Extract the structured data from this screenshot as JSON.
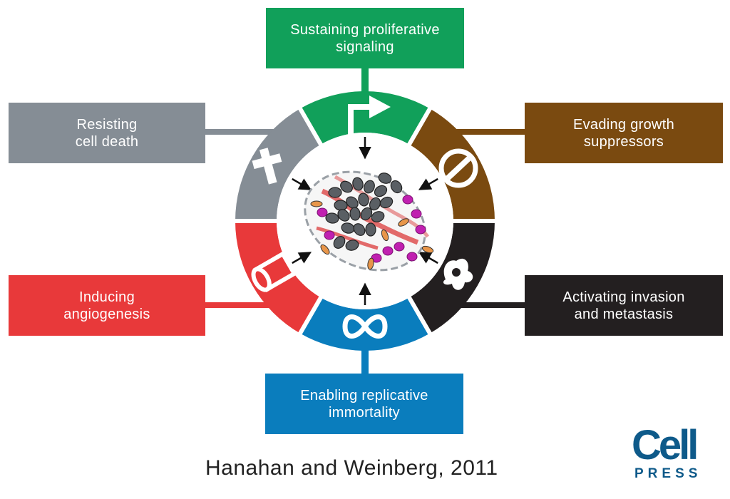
{
  "hallmarks": {
    "top": {
      "lines": [
        "Sustaining proliferative",
        "signaling"
      ],
      "color": "#11a05a"
    },
    "top_right": {
      "lines": [
        "Evading growth",
        "suppressors"
      ],
      "color": "#7a4a10"
    },
    "bottom_right": {
      "lines": [
        "Activating invasion",
        "and metastasis"
      ],
      "color": "#231f20"
    },
    "bottom": {
      "lines": [
        "Enabling replicative",
        "immortality"
      ],
      "color": "#0a7dbd"
    },
    "bottom_left": {
      "lines": [
        "Inducing",
        "angiogenesis"
      ],
      "color": "#e8393a"
    },
    "top_left": {
      "lines": [
        "Resisting",
        "cell death"
      ],
      "color": "#858d95"
    }
  },
  "icons": {
    "top": "arrow-icon",
    "top_right": "no-entry-icon",
    "bottom_right": "invading-cell-icon",
    "bottom": "infinity-icon",
    "bottom_left": "blood-vessel-icon",
    "top_left": "cross-icon"
  },
  "center": {
    "icon": "tumor-cells-icon"
  },
  "citation": "Hanahan and Weinberg, 2011",
  "logo": {
    "word": "Cell",
    "sub": "PRESS",
    "color": "#0e5a8a"
  }
}
